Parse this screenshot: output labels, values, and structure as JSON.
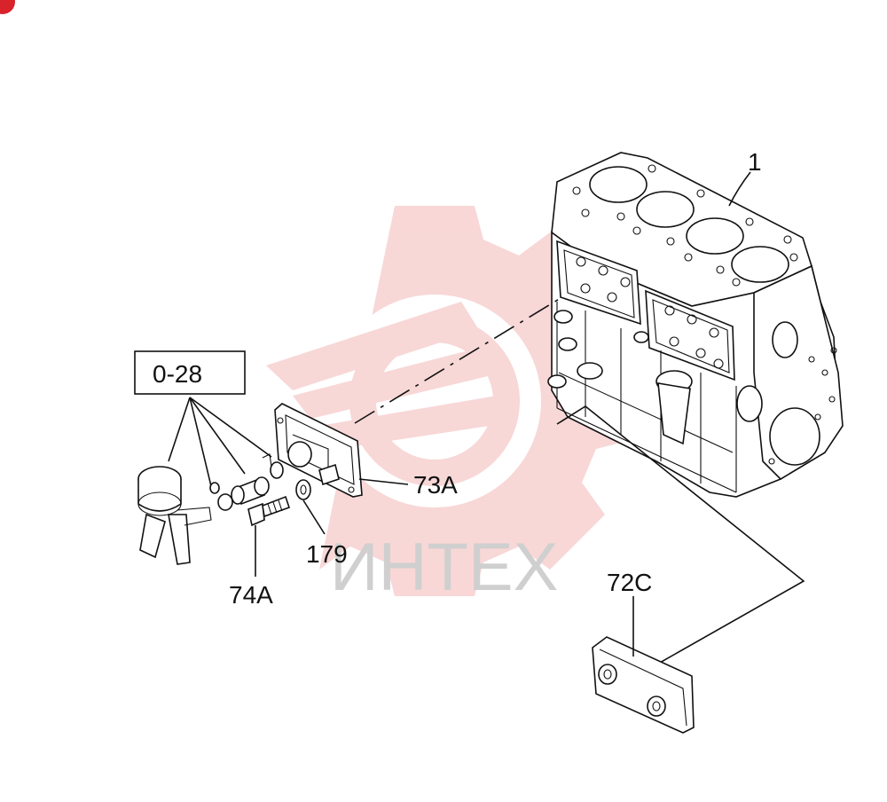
{
  "watermark": {
    "text": "ИНТЕХ",
    "color": "#f4b7b7",
    "corner_badge_color": "#d8232a"
  },
  "callouts": {
    "engine_block": "1",
    "reference_box": "0-28",
    "gasket_plate": "73A",
    "washer": "179",
    "bolt": "74A",
    "side_cover": "72C"
  }
}
